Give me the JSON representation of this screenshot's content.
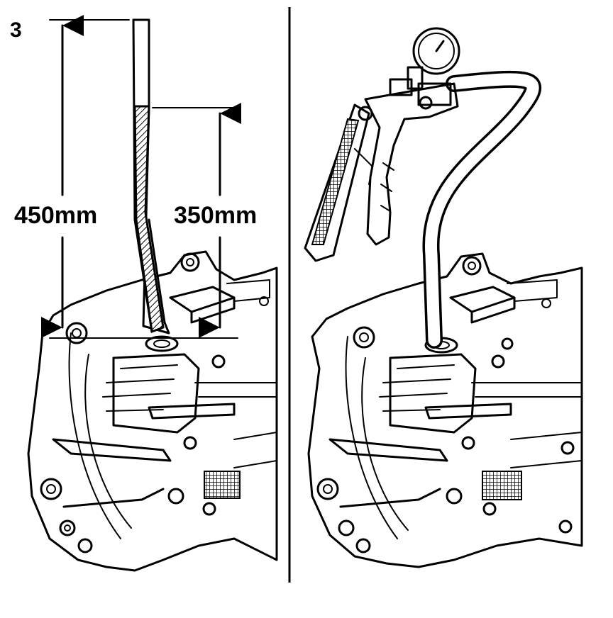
{
  "figure": {
    "step_number": "3",
    "dim_long": "450mm",
    "dim_short": "350mm"
  }
}
